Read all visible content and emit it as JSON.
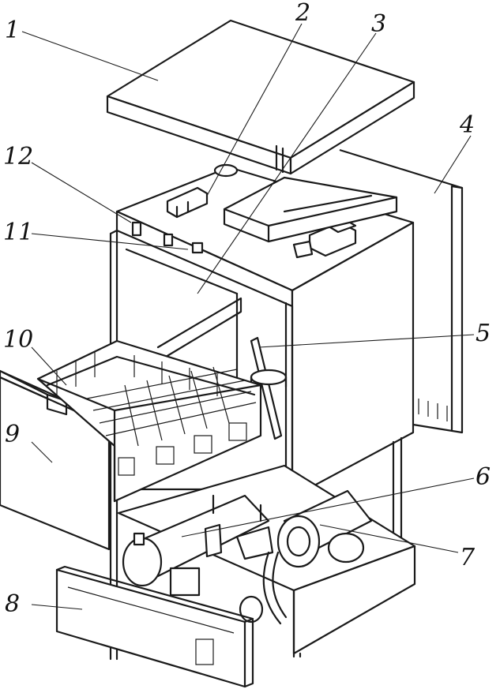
{
  "diagram": {
    "callouts": [
      "1",
      "2",
      "3",
      "4",
      "5",
      "6",
      "7",
      "8",
      "9",
      "10",
      "11",
      "12"
    ]
  },
  "colors": {
    "ink": "#1a1a1a",
    "paper": "#ffffff"
  }
}
